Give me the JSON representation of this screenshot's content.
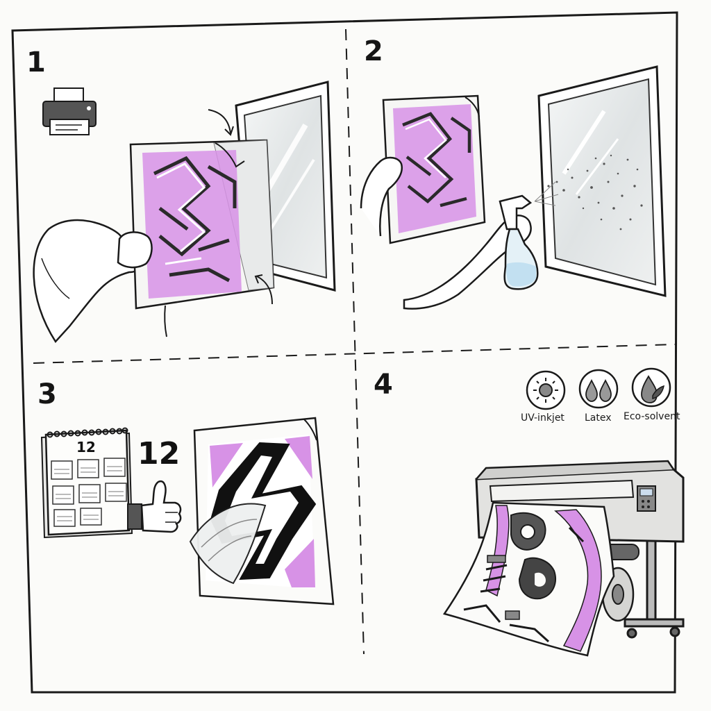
{
  "steps": [
    {
      "number": "1"
    },
    {
      "number": "2"
    },
    {
      "number": "3"
    },
    {
      "number": "4"
    }
  ],
  "step3": {
    "calendar_day": "12",
    "big_label": "12"
  },
  "step4": {
    "ink_types": [
      {
        "label": "UV-inkjet",
        "icon": "sun-icon"
      },
      {
        "label": "Latex",
        "icon": "droplets-icon"
      },
      {
        "label": "Eco-solvent",
        "icon": "leaf-drop-icon"
      }
    ]
  },
  "colors": {
    "accent": "#d48ae6",
    "accent_dark": "#b064c8",
    "ink": "#1c1c1c",
    "glass": "#e6e9ea",
    "paper": "#fbfbf9"
  }
}
